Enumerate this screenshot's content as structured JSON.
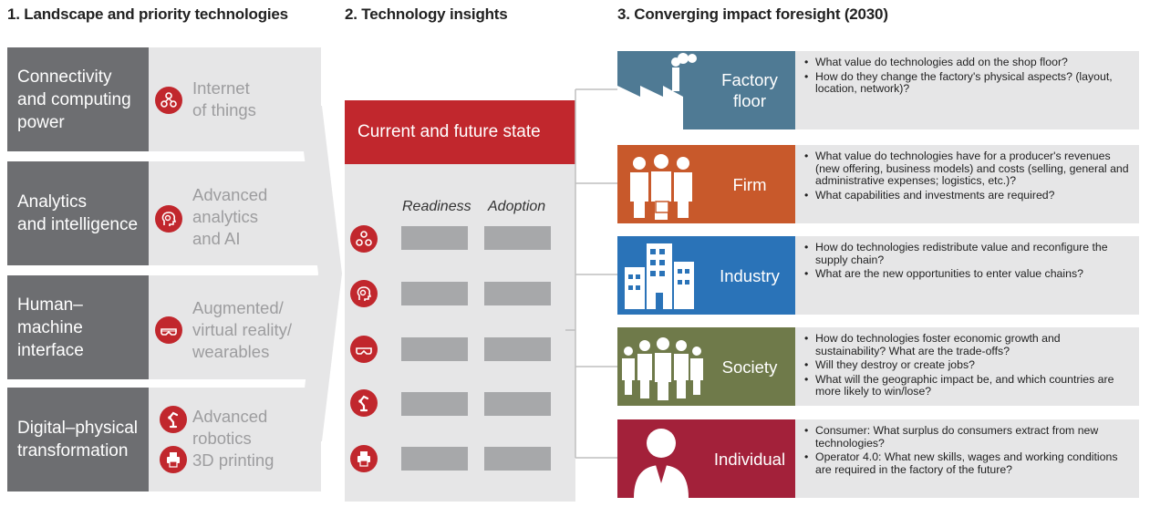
{
  "headings": {
    "col1": "1. Landscape and priority technologies",
    "col2": "2. Technology insights",
    "col3": "3. Converging impact foresight (2030)"
  },
  "landscape": [
    {
      "category": "Connectivity\nand computing\npower",
      "technology": "Internet\nof things",
      "icons": [
        "iot-icon"
      ]
    },
    {
      "category": "Analytics\nand intelligence",
      "technology": "Advanced\nanalytics\nand AI",
      "icons": [
        "ai-head-icon"
      ]
    },
    {
      "category": "Human–\nmachine\ninterface",
      "technology": "Augmented/\nvirtual reality/\nwearables",
      "icons": [
        "vr-glasses-icon"
      ]
    },
    {
      "category": "Digital–physical\ntransformation",
      "technology": "Advanced\nrobotics\n3D printing",
      "icons": [
        "robot-arm-icon",
        "printer-icon"
      ]
    }
  ],
  "insights": {
    "title": "Current and future state",
    "columns": [
      "Readiness",
      "Adoption"
    ],
    "row_icons": [
      "iot-icon",
      "ai-head-icon",
      "vr-glasses-icon",
      "robot-arm-icon",
      "printer-icon"
    ]
  },
  "impact": [
    {
      "label": "Factory\nfloor",
      "color": "#4f7a94",
      "picture": "factory-icon",
      "bullets": [
        "What value do technologies add on the shop floor?",
        "How do they change the factory's physical aspects? (layout, location, network)?"
      ]
    },
    {
      "label": "Firm",
      "color": "#c8592b",
      "picture": "business-people-icon",
      "bullets": [
        "What value do technologies have for a producer's revenues (new offering, business models) and costs (selling, general and administrative expenses; logistics, etc.)?",
        "What capabilities and investments are required?"
      ]
    },
    {
      "label": "Industry",
      "color": "#2a73b8",
      "picture": "buildings-icon",
      "bullets": [
        "How do technologies redistribute value and reconfigure the supply chain?",
        "What are the new opportunities to enter value chains?"
      ]
    },
    {
      "label": "Society",
      "color": "#6f7a4a",
      "picture": "crowd-icon",
      "bullets": [
        "How do technologies foster economic growth and sustainability? What are the trade-offs?",
        "Will they destroy or create jobs?",
        "What will the geographic impact be, and which countries are more likely to win/lose?"
      ]
    },
    {
      "label": "Individual",
      "color": "#a3213a",
      "picture": "person-icon",
      "bullets": [
        "Consumer: What surplus do consumers extract from new technologies?",
        "Operator 4.0: What new skills, wages and working conditions are required in the factory of the future?"
      ]
    }
  ],
  "colors": {
    "accent": "#c1272d",
    "dark_grey": "#6d6e71",
    "light_grey": "#e6e6e7",
    "bar_grey": "#a7a8aa"
  }
}
